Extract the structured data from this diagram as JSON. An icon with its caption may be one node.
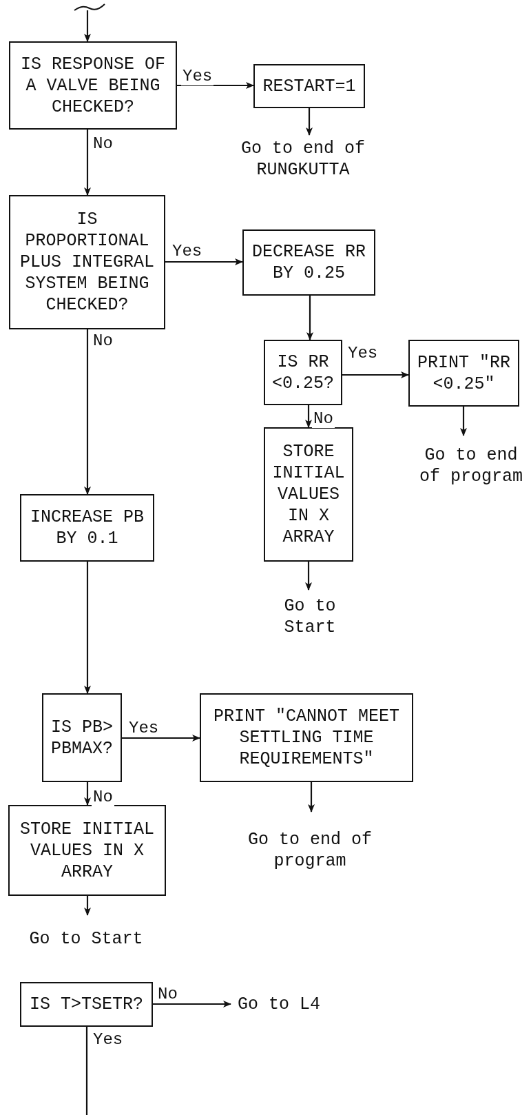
{
  "diagram": {
    "nodes": [
      {
        "text": [
          "IS RESPONSE OF A VALVE BEING CHECKED?"
        ]
      },
      {
        "text": [
          "RESTART=1"
        ]
      },
      {
        "text": [
          "Go to end of RUNGKUTTA"
        ]
      },
      {
        "text": [
          "IS PROPORTIONAL PLUS INTEGRAL SYSTEM BEING CHECKED?"
        ]
      },
      {
        "text": [
          "DECREASE RR BY 0.25"
        ]
      },
      {
        "text": [
          "IS RR <0.25?"
        ]
      },
      {
        "text": [
          "PRINT \"RR <0.25\""
        ]
      },
      {
        "text": [
          "Go to end of program"
        ]
      },
      {
        "text": [
          "STORE INITIAL VALUES IN X ARRAY"
        ]
      },
      {
        "text": [
          "Go to Start"
        ]
      },
      {
        "text": [
          "INCREASE PB BY 0.1"
        ]
      },
      {
        "text": [
          "IS PB> PBMAX?"
        ]
      },
      {
        "text": [
          "PRINT \"CANNOT MEET SETTLING TIME REQUIREMENTS\""
        ]
      },
      {
        "text": [
          "Go to end of program"
        ]
      },
      {
        "text": [
          "STORE INITIAL VALUES IN X ARRAY"
        ]
      },
      {
        "text": [
          "Go to Start"
        ]
      },
      {
        "text": [
          "IS T>TSETR?"
        ]
      },
      {
        "text": [
          "Go to L4"
        ]
      }
    ],
    "edges": [
      {
        "from": null,
        "to": 0,
        "arrow": "to"
      },
      {
        "from": 0,
        "to": 1,
        "arrow": "to",
        "label": "Yes"
      },
      {
        "from": 1,
        "to": 2,
        "arrow": "to"
      },
      {
        "from": 0,
        "to": 3,
        "arrow": "to",
        "label": "No"
      },
      {
        "from": 3,
        "to": 4,
        "arrow": "to",
        "label": "Yes"
      },
      {
        "from": 4,
        "to": 5,
        "arrow": "to"
      },
      {
        "from": 5,
        "to": 6,
        "arrow": "to",
        "label": "Yes"
      },
      {
        "from": 6,
        "to": 7,
        "arrow": "to"
      },
      {
        "from": 5,
        "to": 8,
        "arrow": "to",
        "label": "No"
      },
      {
        "from": 8,
        "to": 9,
        "arrow": "to"
      },
      {
        "from": 3,
        "to": 10,
        "arrow": "to",
        "label": "No"
      },
      {
        "from": 10,
        "to": 11,
        "arrow": "to"
      },
      {
        "from": 11,
        "to": 12,
        "arrow": "to",
        "label": "Yes"
      },
      {
        "from": 12,
        "to": 13,
        "arrow": "to"
      },
      {
        "from": 11,
        "to": 14,
        "arrow": "to",
        "label": "No"
      },
      {
        "from": 14,
        "to": 15,
        "arrow": "to"
      },
      {
        "from": 16,
        "to": 17,
        "arrow": "to",
        "label": "No"
      },
      {
        "from": 16,
        "to": null,
        "arrow": "none",
        "label": "Yes"
      }
    ]
  }
}
